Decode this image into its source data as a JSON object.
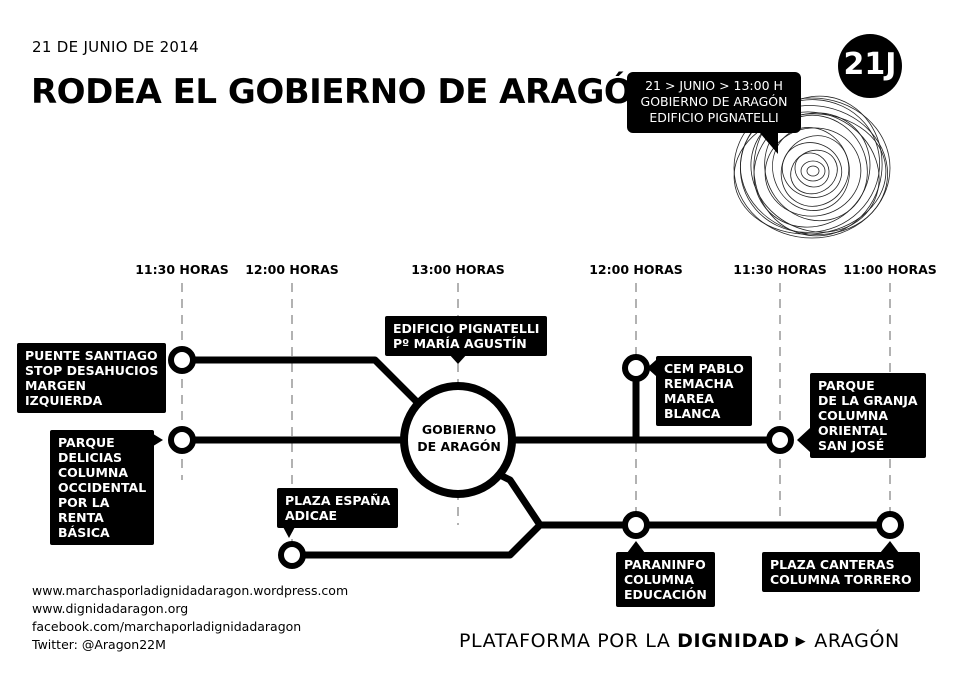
{
  "header": {
    "date": "21 DE JUNIO DE 2014",
    "title": "RODEA  EL GOBIERNO DE ARAGÓN"
  },
  "infobox": {
    "line1": "21 > JUNIO > 13:00 H",
    "line2": "GOBIERNO DE ARAGÓN",
    "line3": "EDIFICIO PIGNATELLI"
  },
  "badge": "21J",
  "times": [
    "11:30 HORAS",
    "12:00 HORAS",
    "13:00 HORAS",
    "12:00 HORAS",
    "11:30 HORAS",
    "11:00 HORAS"
  ],
  "center": {
    "line1": "GOBIERNO",
    "line2": "DE ARAGÓN"
  },
  "stops": {
    "puente_santiago": [
      "PUENTE SANTIAGO",
      "STOP DESAHUCIOS",
      "MARGEN",
      "IZQUIERDA"
    ],
    "parque_delicias": [
      "PARQUE",
      "DELICIAS",
      "COLUMNA",
      "OCCIDENTAL",
      "POR LA",
      "RENTA",
      "BÁSICA"
    ],
    "plaza_espana": [
      "PLAZA ESPAÑA",
      "ADICAE"
    ],
    "pignatelli": [
      "EDIFICIO PIGNATELLI",
      "Pº MARÍA AGUSTÍN"
    ],
    "cem_pablo": [
      "CEM PABLO",
      "REMACHA",
      "MAREA",
      "BLANCA"
    ],
    "parque_granja": [
      "PARQUE",
      "DE LA GRANJA",
      "COLUMNA",
      "ORIENTAL",
      "SAN JOSÉ"
    ],
    "paraninfo": [
      "PARANINFO",
      "COLUMNA",
      "EDUCACIÓN"
    ],
    "plaza_canteras": [
      "PLAZA CANTERAS",
      "COLUMNA TORRERO"
    ]
  },
  "links": [
    "www.marchasporladignidadaragon.wordpress.com",
    "www.dignidadaragon.org",
    "facebook.com/marchaporladignidadaragon",
    "Twitter: @Aragon22M"
  ],
  "footer": {
    "part1": "PLATAFORMA POR LA",
    "part2": "DIGNIDAD",
    "part3": "ARAGÓN"
  },
  "colors": {
    "ink": "#000000",
    "paper": "#ffffff",
    "dash": "#666666"
  }
}
